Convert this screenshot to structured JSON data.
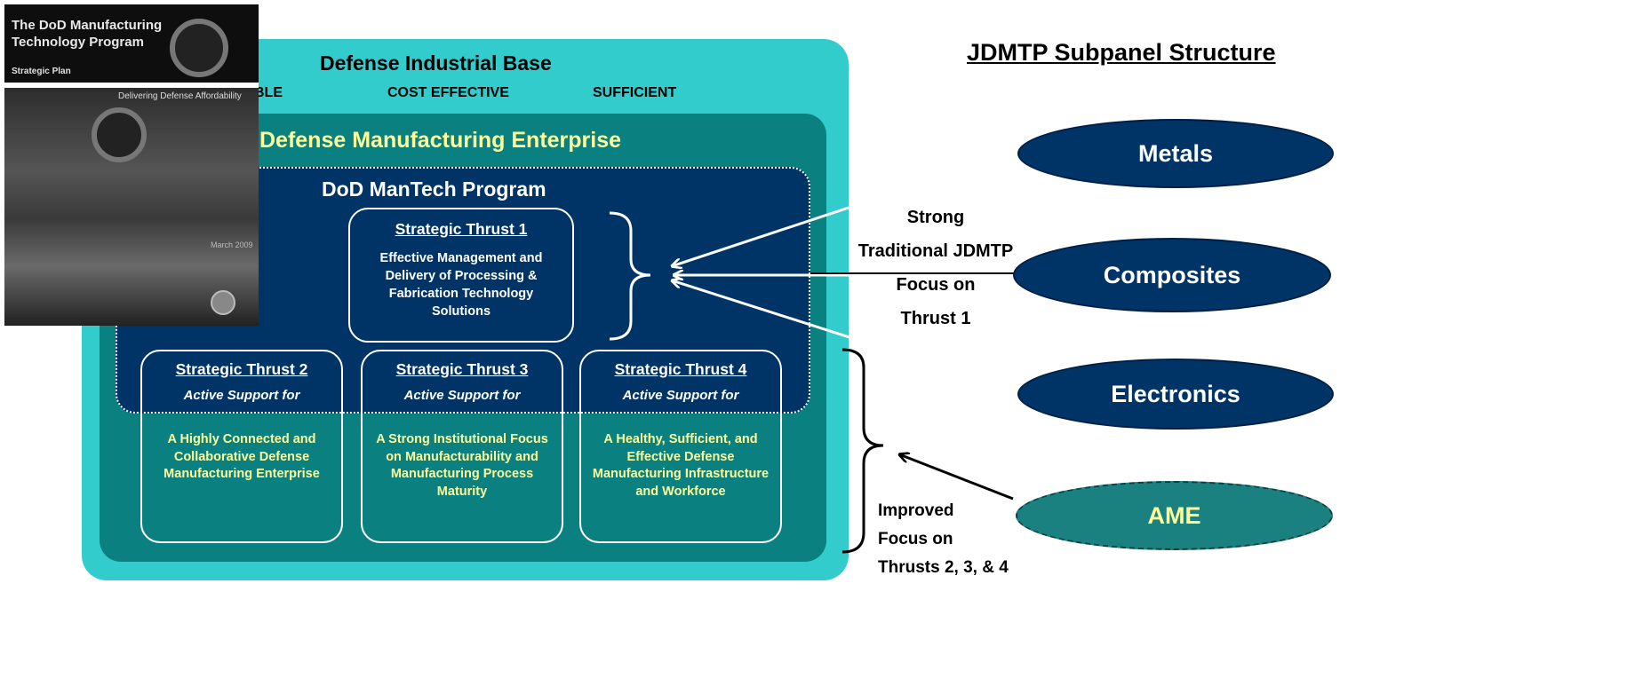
{
  "industrial_base": {
    "title": "Defense Industrial Base",
    "qualities": [
      "RELIABLE",
      "COST EFFECTIVE",
      "SUFFICIENT"
    ]
  },
  "enterprise": {
    "title": "Defense Manufacturing Enterprise"
  },
  "mantech": {
    "title": "DoD ManTech Program"
  },
  "thrusts": [
    {
      "title": "Strategic Thrust  1",
      "description": "Effective  Management and Delivery of Processing & Fabrication Technology Solutions"
    },
    {
      "title": "Strategic Thrust  2",
      "subtitle": "Active Support for",
      "description": "A Highly Connected and Collaborative Defense Manufacturing Enterprise"
    },
    {
      "title": "Strategic Thrust  3",
      "subtitle": "Active Support for",
      "description": "A Strong Institutional Focus on Manufacturability and Manufacturing Process Maturity"
    },
    {
      "title": "Strategic Thrust  4",
      "subtitle": "Active Support for",
      "description": "A Healthy, Sufficient, and Effective Defense Manufacturing Infrastructure and Workforce"
    }
  ],
  "cover": {
    "title_line1": "The DoD Manufacturing",
    "title_line2": "Technology Program",
    "subtitle": "Strategic Plan",
    "tagline": "Delivering Defense Affordability",
    "date": "March 2009"
  },
  "panel": {
    "title": "JDMTP Subpanel Structure",
    "subpanels": [
      "Metals",
      "Composites",
      "Electronics",
      "AME"
    ]
  },
  "notes": {
    "strong_lines": [
      "Strong",
      "Traditional JDMTP",
      "Focus on",
      "Thrust 1"
    ],
    "improved_lines": [
      "Improved",
      "Focus on",
      "Thrusts 2, 3, & 4"
    ]
  }
}
